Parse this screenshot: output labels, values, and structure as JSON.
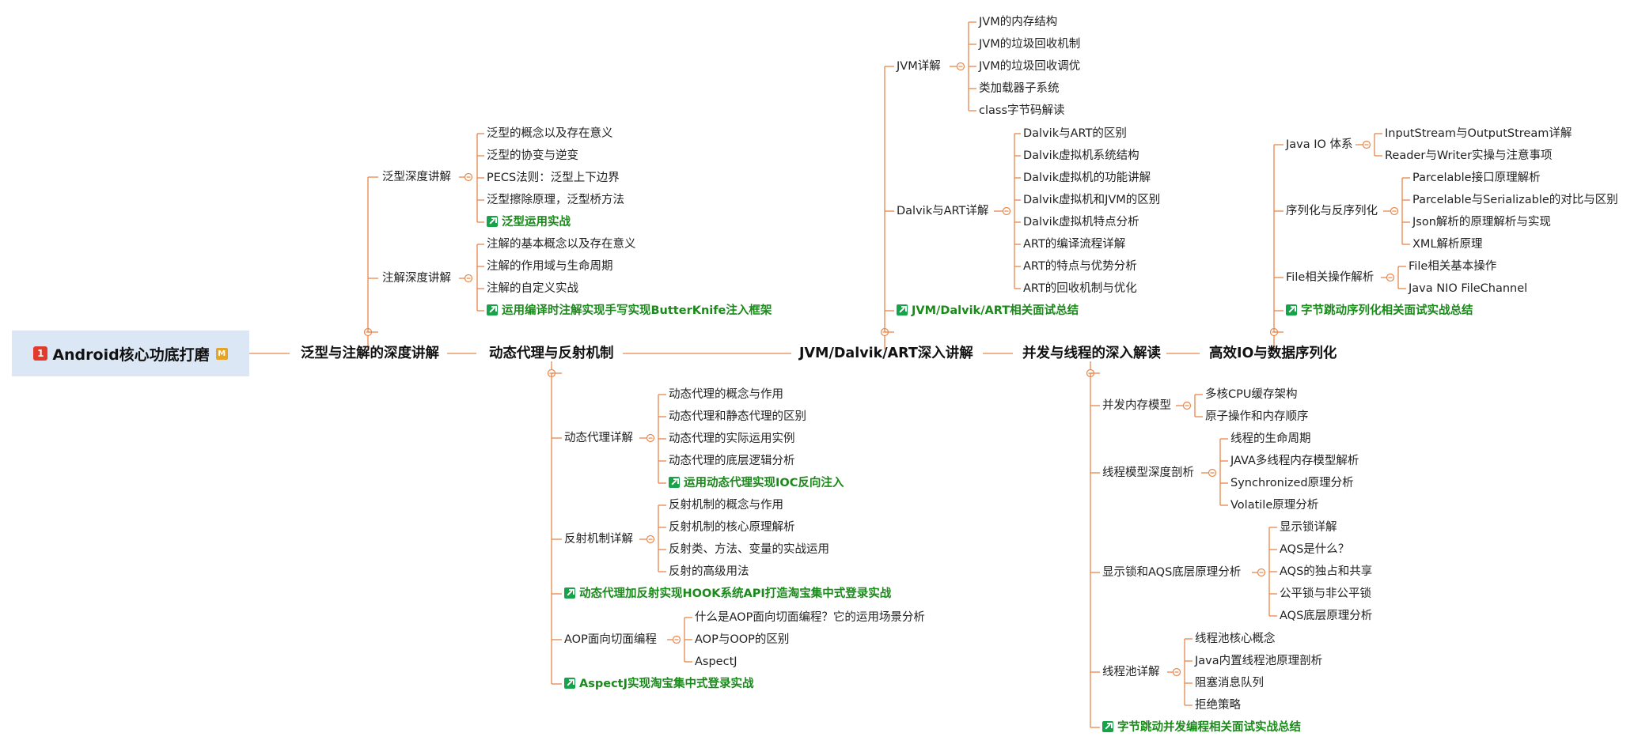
{
  "root": {
    "badge": "1",
    "title": "Android核心功底打磨",
    "marker": "M"
  },
  "topics": {
    "generics": "泛型与注解的深度讲解",
    "proxy": "动态代理与反射机制",
    "jvm": "JVM/Dalvik/ART深入讲解",
    "concurrency": "并发与线程的深入解读",
    "io": "高效IO与数据序列化"
  },
  "generics": {
    "g1": "泛型深度讲解",
    "g1_items": [
      "泛型的概念以及存在意义",
      "泛型的协变与逆变",
      "PECS法则：泛型上下边界",
      "泛型擦除原理，泛型桥方法"
    ],
    "g1_practice": "泛型运用实战",
    "g2": "注解深度讲解",
    "g2_items": [
      "注解的基本概念以及存在意义",
      "注解的作用域与生命周期",
      "注解的自定义实战"
    ],
    "g2_practice": "运用编译时注解实现手写实现ButterKnife注入框架"
  },
  "proxy": {
    "p1": "动态代理详解",
    "p1_items": [
      "动态代理的概念与作用",
      "动态代理和静态代理的区别",
      "动态代理的实际运用实例",
      "动态代理的底层逻辑分析"
    ],
    "p1_practice": "运用动态代理实现IOC反向注入",
    "p2": "反射机制详解",
    "p2_items": [
      "反射机制的概念与作用",
      "反射机制的核心原理解析",
      "反射类、方法、变量的实战运用",
      "反射的高级用法"
    ],
    "p_practice": "动态代理加反射实现HOOK系统API打造淘宝集中式登录实战",
    "p3": "AOP面向切面编程",
    "p3_items": [
      "什么是AOP面向切面编程？它的运用场景分析",
      "AOP与OOP的区别",
      "AspectJ"
    ],
    "p3_practice": "AspectJ实现淘宝集中式登录实战"
  },
  "jvm": {
    "j1": "JVM详解",
    "j1_items": [
      "JVM的内存结构",
      "JVM的垃圾回收机制",
      "JVM的垃圾回收调优",
      "类加载器子系统",
      "class字节码解读"
    ],
    "j2": "Dalvik与ART详解",
    "j2_items": [
      "Dalvik与ART的区别",
      "Dalvik虚拟机系统结构",
      "Dalvik虚拟机的功能讲解",
      "Dalvik虚拟机和JVM的区别",
      "Dalvik虚拟机特点分析",
      "ART的编译流程详解",
      "ART的特点与优势分析",
      "ART的回收机制与优化"
    ],
    "j_practice": "JVM/Dalvik/ART相关面试总结"
  },
  "concurrency": {
    "c1": "并发内存模型",
    "c1_items": [
      "多核CPU缓存架构",
      "原子操作和内存顺序"
    ],
    "c2": "线程模型深度剖析",
    "c2_items": [
      "线程的生命周期",
      "JAVA多线程内存模型解析",
      "Synchronized原理分析",
      "Volatile原理分析"
    ],
    "c3": "显示锁和AQS底层原理分析",
    "c3_items": [
      "显示锁详解",
      "AQS是什么？",
      "AQS的独占和共享",
      "公平锁与非公平锁",
      "AQS底层原理分析"
    ],
    "c4": "线程池详解",
    "c4_items": [
      "线程池核心概念",
      "Java内置线程池原理剖析",
      "阻塞消息队列",
      "拒绝策略"
    ],
    "c_practice": "字节跳动并发编程相关面试实战总结"
  },
  "io": {
    "i1": "Java IO 体系",
    "i1_items": [
      "InputStream与OutputStream详解",
      "Reader与Writer实操与注意事项"
    ],
    "i2": "序列化与反序列化",
    "i2_items": [
      "Parcelable接口原理解析",
      "Parcelable与Serializable的对比与区别",
      "Json解析的原理解析与实现",
      "XML解析原理"
    ],
    "i3": "File相关操作解析",
    "i3_items": [
      "File相关基本操作",
      "Java NIO FileChannel"
    ],
    "i_practice": "字节跳动序列化相关面试实战总结"
  },
  "colors": {
    "line": "#e8874a",
    "root_bg": "#dce7f5",
    "practice": "#1a8a1a",
    "icon": "#16a34a"
  }
}
